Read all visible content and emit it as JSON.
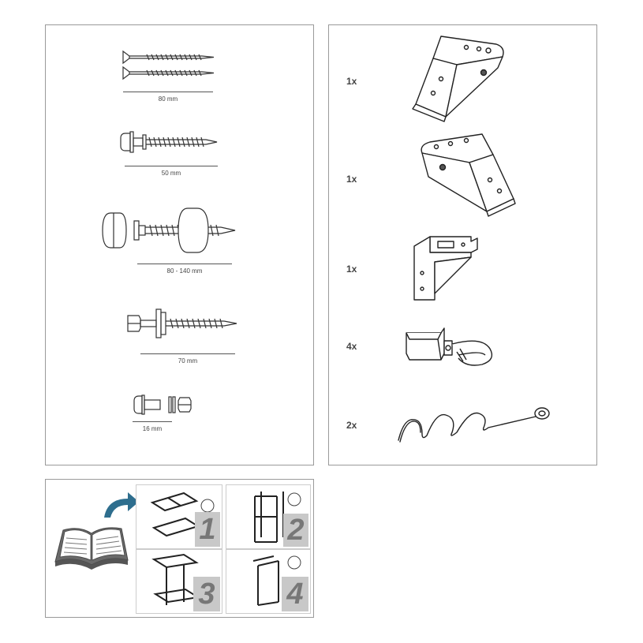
{
  "screws": [
    {
      "label": "80 mm"
    },
    {
      "label": "50 mm"
    },
    {
      "label": "80 - 140 mm"
    },
    {
      "label": "70 mm"
    },
    {
      "label": "16 mm"
    }
  ],
  "parts": [
    {
      "qty": "1x",
      "icon": "corner-bracket-large-icon"
    },
    {
      "qty": "1x",
      "icon": "corner-bracket-mirrored-icon"
    },
    {
      "qty": "1x",
      "icon": "angle-bracket-icon"
    },
    {
      "qty": "4x",
      "icon": "carabiner-clamp-icon"
    },
    {
      "qty": "2x",
      "icon": "ground-anchor-spiral-icon"
    }
  ],
  "manual": {
    "steps": [
      "1",
      "2",
      "3",
      "4"
    ],
    "colors": {
      "book": "#6a6a6a",
      "arrow": "#2e6e8e",
      "step_number": "#777777",
      "step_bg": "#c8c8c8"
    }
  }
}
